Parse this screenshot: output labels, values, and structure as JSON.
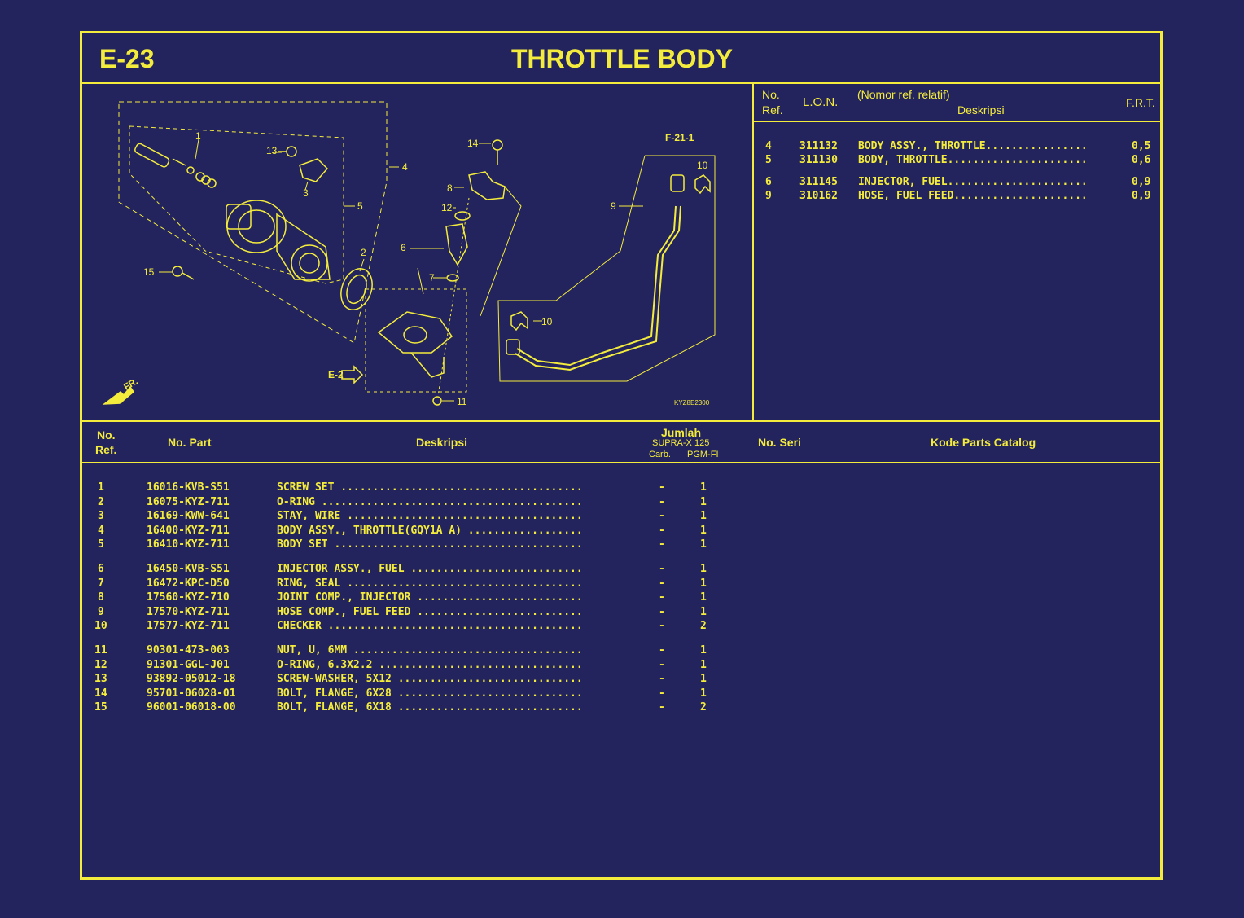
{
  "header": {
    "page_code": "E-23",
    "title": "THROTTLE BODY"
  },
  "frt_table": {
    "col_no_ref": [
      "No.",
      "Ref."
    ],
    "col_lon": "L.O.N.",
    "col_nomor_ref": "(Nomor ref. relatif)",
    "col_deskripsi": "Deskripsi",
    "col_frt": "F.R.T.",
    "rows": [
      {
        "ref": "4",
        "lon": "311132",
        "desc": "BODY ASSY., THROTTLE................",
        "frt": "0,5"
      },
      {
        "ref": "5",
        "lon": "311130",
        "desc": "BODY, THROTTLE......................",
        "frt": "0,6"
      },
      {
        "ref": "6",
        "lon": "311145",
        "desc": "INJECTOR, FUEL......................",
        "frt": "0,9"
      },
      {
        "ref": "9",
        "lon": "310162",
        "desc": "HOSE, FUEL FEED.....................",
        "frt": "0,9"
      }
    ]
  },
  "diagram": {
    "callouts": [
      "1",
      "2",
      "3",
      "4",
      "5",
      "6",
      "7",
      "8",
      "9",
      "10",
      "10",
      "11",
      "12",
      "13",
      "14",
      "15"
    ],
    "ref_f21": "F-21-1",
    "ref_e2": "E-2",
    "fr_label": "FR.",
    "code": "KYZ8E2300"
  },
  "parts_table": {
    "col_no_ref": [
      "No.",
      "Ref."
    ],
    "col_no_part": "No. Part",
    "col_deskripsi": "Deskripsi",
    "col_jumlah": "Jumlah",
    "col_model": "SUPRA-X 125",
    "col_carb": "Carb.",
    "col_pgmfi": "PGM-FI",
    "col_no_seri": "No. Seri",
    "col_kode": "Kode Parts Catalog",
    "groups": [
      [
        {
          "ref": "1",
          "part": "16016-KVB-S51",
          "desc": "SCREW SET ......................................",
          "carb": "-",
          "pgm": "1"
        },
        {
          "ref": "2",
          "part": "16075-KYZ-711",
          "desc": "O-RING .........................................",
          "carb": "-",
          "pgm": "1"
        },
        {
          "ref": "3",
          "part": "16169-KWW-641",
          "desc": "STAY, WIRE .....................................",
          "carb": "-",
          "pgm": "1"
        },
        {
          "ref": "4",
          "part": "16400-KYZ-711",
          "desc": "BODY ASSY., THROTTLE(GQY1A A) ..................",
          "carb": "-",
          "pgm": "1"
        },
        {
          "ref": "5",
          "part": "16410-KYZ-711",
          "desc": "BODY SET .......................................",
          "carb": "-",
          "pgm": "1"
        }
      ],
      [
        {
          "ref": "6",
          "part": "16450-KVB-S51",
          "desc": "INJECTOR ASSY., FUEL ...........................",
          "carb": "-",
          "pgm": "1"
        },
        {
          "ref": "7",
          "part": "16472-KPC-D50",
          "desc": "RING, SEAL .....................................",
          "carb": "-",
          "pgm": "1"
        },
        {
          "ref": "8",
          "part": "17560-KYZ-710",
          "desc": "JOINT COMP., INJECTOR ..........................",
          "carb": "-",
          "pgm": "1"
        },
        {
          "ref": "9",
          "part": "17570-KYZ-711",
          "desc": "HOSE COMP., FUEL FEED ..........................",
          "carb": "-",
          "pgm": "1"
        },
        {
          "ref": "10",
          "part": "17577-KYZ-711",
          "desc": "CHECKER ........................................",
          "carb": "-",
          "pgm": "2"
        }
      ],
      [
        {
          "ref": "11",
          "part": "90301-473-003",
          "desc": "NUT, U, 6MM ....................................",
          "carb": "-",
          "pgm": "1"
        },
        {
          "ref": "12",
          "part": "91301-GGL-J01",
          "desc": "O-RING, 6.3X2.2 ................................",
          "carb": "-",
          "pgm": "1"
        },
        {
          "ref": "13",
          "part": "93892-05012-18",
          "desc": "SCREW-WASHER, 5X12 .............................",
          "carb": "-",
          "pgm": "1"
        },
        {
          "ref": "14",
          "part": "95701-06028-01",
          "desc": "BOLT, FLANGE, 6X28 .............................",
          "carb": "-",
          "pgm": "1"
        },
        {
          "ref": "15",
          "part": "96001-06018-00",
          "desc": "BOLT, FLANGE, 6X18 .............................",
          "carb": "-",
          "pgm": "2"
        }
      ]
    ]
  },
  "colors": {
    "background": "#23245e",
    "ink": "#f4ec3c"
  }
}
